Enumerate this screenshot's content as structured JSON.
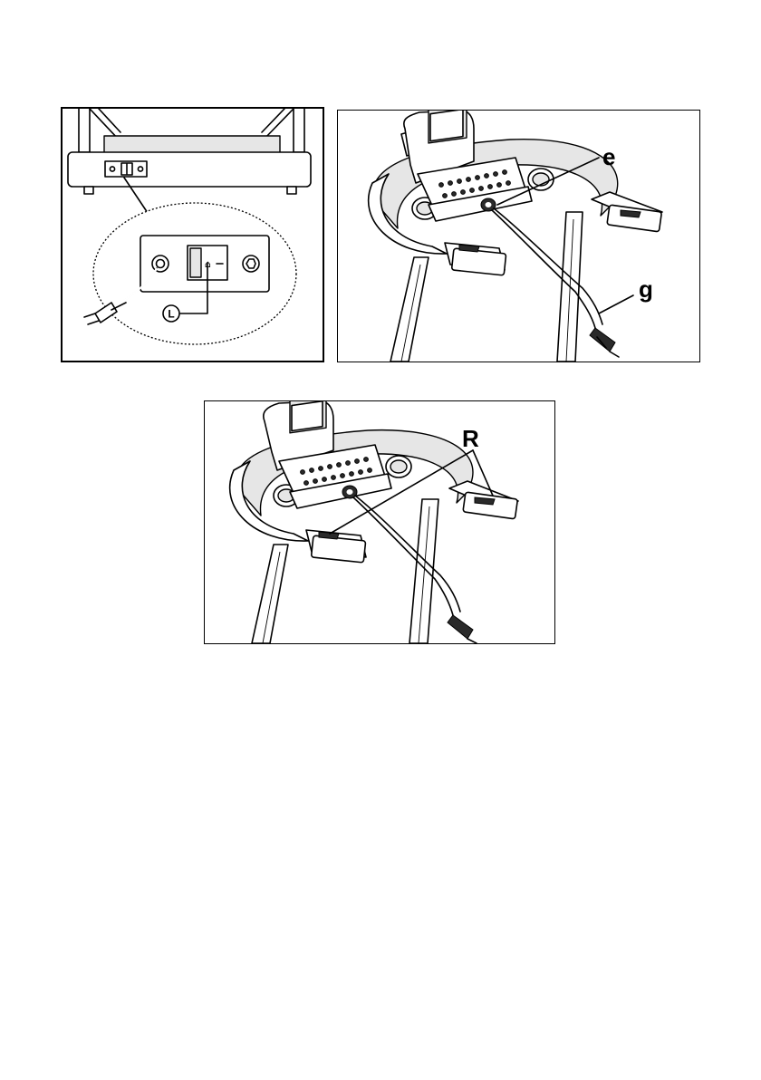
{
  "figures": [
    {
      "id": "power-switch-detail",
      "callouts": [
        "L"
      ]
    },
    {
      "id": "console-safety-key",
      "callouts": [
        "e",
        "g"
      ]
    },
    {
      "id": "console-handrail-sensors",
      "callouts": [
        "R"
      ]
    }
  ],
  "callouts": {
    "switch": "L",
    "key_holder": "e",
    "safety_key": "g",
    "rails": "R"
  },
  "colors": {
    "line": "#000000",
    "background": "#ffffff",
    "shade": "#e6e6e6"
  }
}
